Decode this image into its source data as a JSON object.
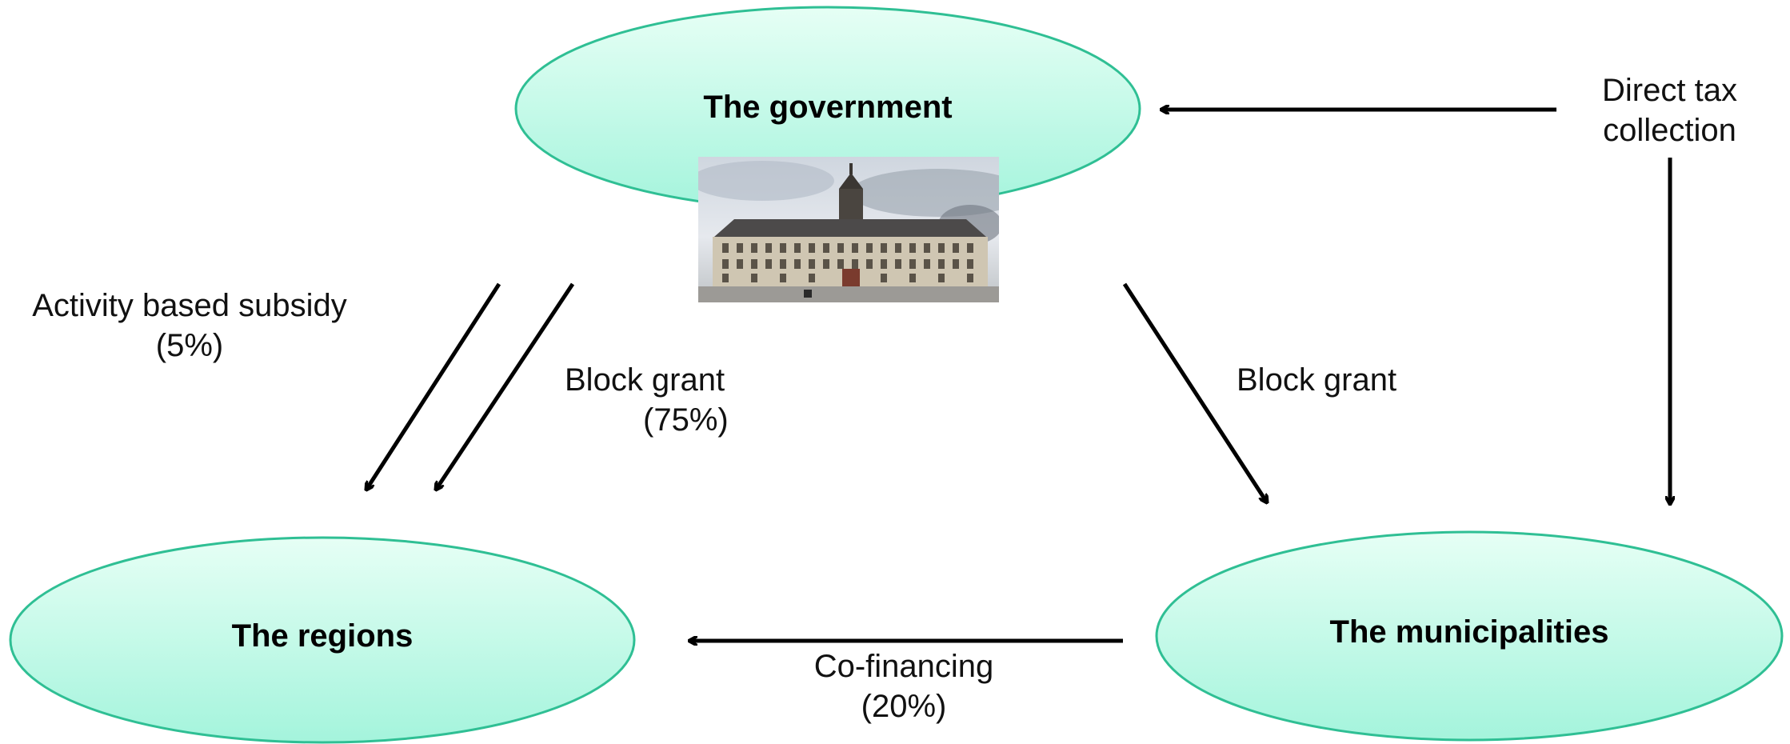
{
  "nodes": {
    "government": "The government",
    "regions": "The regions",
    "municipalities": "The municipalities"
  },
  "labels": {
    "direct_tax": [
      "Direct tax",
      "collection"
    ],
    "activity_subsidy": [
      "Activity based subsidy",
      "(5%)"
    ],
    "block_grant_regions": [
      "Block grant",
      "(75%)"
    ],
    "block_grant_municipalities": "Block grant",
    "co_financing": [
      "Co-financing",
      "(20%)"
    ]
  },
  "image": {
    "subject": "government-building-photo"
  },
  "colors": {
    "node_fill_top": "#e6fff5",
    "node_fill_bottom": "#a4f4dc",
    "node_stroke": "#2fbf94",
    "arrow": "#000000"
  }
}
